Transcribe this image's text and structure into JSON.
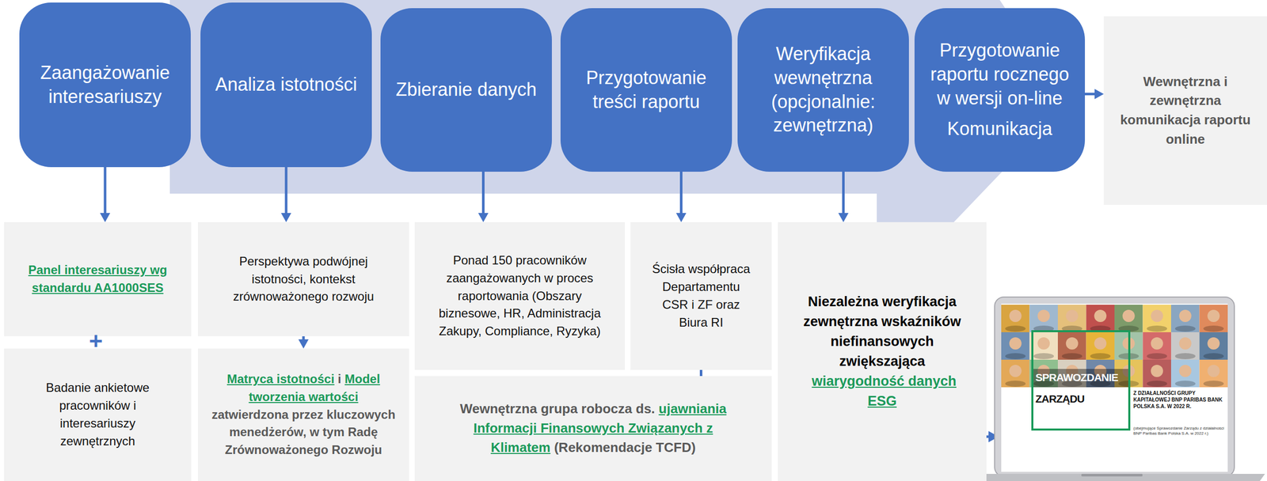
{
  "diagram": {
    "nodes": [
      {
        "text": [
          "Zaangażowanie interesariuszy"
        ]
      },
      {
        "text": [
          "Analiza istotności"
        ]
      },
      {
        "text": [
          "Zbieranie danych"
        ]
      },
      {
        "text": [
          "Przygotowanie treści raportu"
        ]
      },
      {
        "text": [
          "Weryfikacja wewnętrzna (opcjonalnie: zewnętrzna)"
        ]
      },
      {
        "text": [
          "Przygotowanie raportu rocznego w wersji on-line",
          "Komunikacja"
        ]
      },
      {
        "text": [
          "Wewnętrzna i zewnętrzna komunikacja raportu online"
        ]
      },
      {
        "text": [
          "Panel interesariuszy wg standardu AA1000SES"
        ]
      },
      {
        "text": [
          "Badanie ankietowe pracowników i interesariuszy zewnętrznych"
        ]
      },
      {
        "text": [
          "Perspektywa podwójnej istotności, kontekst zrównoważonego rozwoju"
        ]
      },
      {
        "text": [
          "Matryca istotności",
          "i",
          "Model tworzenia wartości",
          "zatwierdzona przez kluczowych menedżerów, w tym Radę Zrównoważonego Rozwoju"
        ]
      },
      {
        "text": [
          "Ponad 150 pracowników zaangażowanych w proces raportowania (Obszary biznesowe, HR, Administracja Zakupy, Compliance, Ryzyka)"
        ]
      },
      {
        "text": [
          "Ścisła współpraca Departamentu CSR i ZF oraz Biura RI"
        ]
      },
      {
        "text": [
          "Wewnętrzna grupa robocza ds.",
          "ujawniania Informacji Finansowych Związanych z Klimatem",
          "(Rekomendacje TCFD)"
        ]
      },
      {
        "text": [
          "Niezależna weryfikacja zewnętrzna wskaźników niefinansowych zwiększająca",
          "wiarygodność danych ESG"
        ]
      }
    ],
    "edges": [
      {
        "from": 0,
        "to": 7,
        "arrow": "to"
      },
      {
        "from": 1,
        "to": 9,
        "arrow": "to"
      },
      {
        "from": 2,
        "to": 11,
        "arrow": "to"
      },
      {
        "from": 3,
        "to": 12,
        "arrow": "to"
      },
      {
        "from": 4,
        "to": 14,
        "arrow": "to"
      },
      {
        "from": 5,
        "to": 6,
        "arrow": "to"
      },
      {
        "from": 9,
        "to": 10,
        "arrow": "to"
      },
      {
        "from": 12,
        "to": 13,
        "arrow": "none"
      }
    ],
    "labels": [
      "+",
      "SPRAWOZDANIE",
      "ZARZĄDU",
      "Z DZIAŁALNOŚCI GRUPY KAPITAŁOWEJ BNP PARIBAS BANK POLSKA S.A. W 2022 R.",
      "(obejmujące Sprawozdanie Zarządu z działalności BNP Paribas Bank Polska S.A. w 2022 r.)"
    ]
  }
}
